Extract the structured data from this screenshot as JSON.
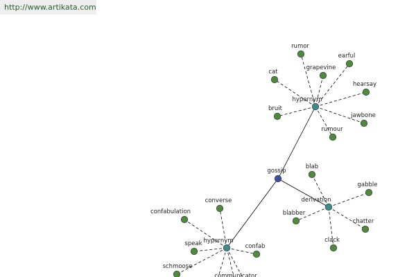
{
  "header": {
    "url": "http://www.artikata.com"
  },
  "colors": {
    "word_node": "#4d8a3d",
    "relation_node": "#3c8a8a",
    "root_node": "#3f4f99",
    "edge": "#000000"
  },
  "graph": {
    "root": {
      "id": "gossip",
      "label": "gossip"
    },
    "hubs": [
      {
        "id": "hub1",
        "label": "hypernym",
        "leaves": [
          "rumor",
          "earful",
          "grapevine",
          "cat",
          "hearsay",
          "bruit",
          "jawbone",
          "rumour"
        ]
      },
      {
        "id": "hub2",
        "label": "derivation",
        "leaves": [
          "blab",
          "gabble",
          "blabber",
          "chatter",
          "clack"
        ]
      },
      {
        "id": "hub3",
        "label": "hypernym",
        "leaves": [
          "converse",
          "confabulation",
          "speak",
          "confab",
          "schmoose",
          "communicator",
          "",
          ""
        ]
      }
    ]
  }
}
